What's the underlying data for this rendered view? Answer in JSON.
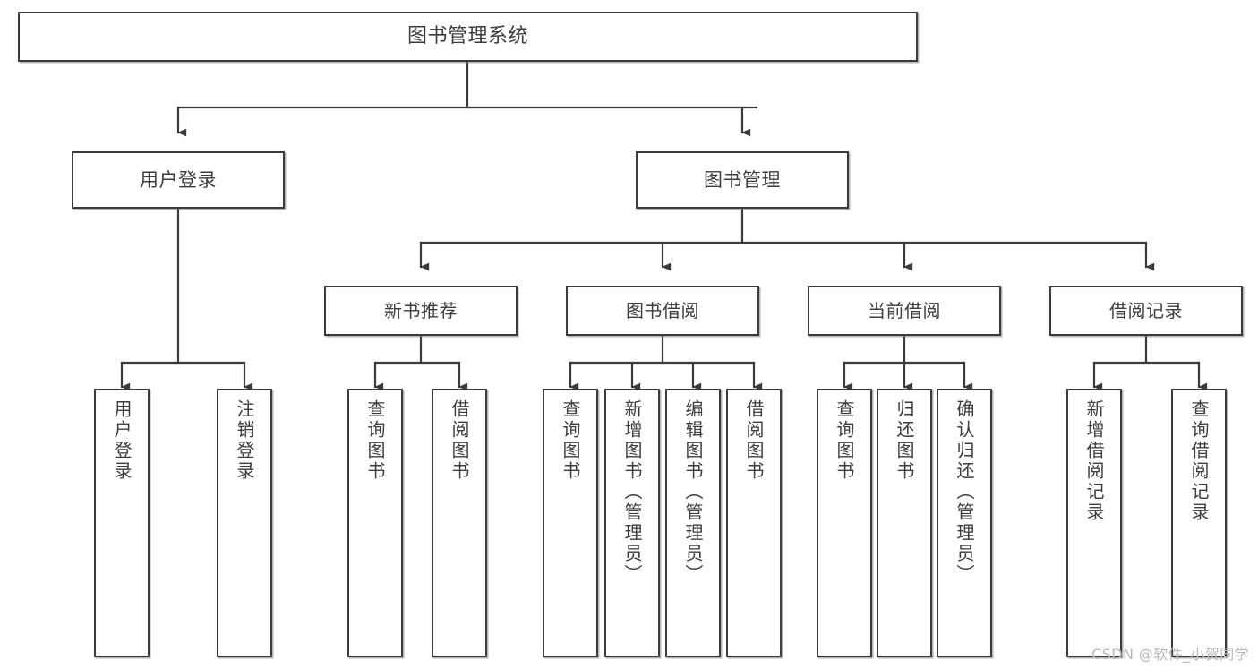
{
  "diagram": {
    "type": "tree",
    "title": "图书管理系统",
    "watermark": "CSDN @软件_小贺同学",
    "colors": {
      "box_border": "#3b3b3b",
      "box_fill": "#ffffff",
      "connector": "#3b3b3b",
      "text": "#3d3d3d",
      "watermark": "#b9b9b9",
      "background": "#ffffff"
    },
    "nodes": {
      "root": {
        "label": "图书管理系统",
        "level": 1
      },
      "level2": [
        {
          "id": "user-login",
          "label": "用户登录"
        },
        {
          "id": "book-manage",
          "label": "图书管理"
        }
      ],
      "level3": [
        {
          "id": "new-book-recommend",
          "label": "新书推荐"
        },
        {
          "id": "book-borrow",
          "label": "图书借阅"
        },
        {
          "id": "current-borrow",
          "label": "当前借阅"
        },
        {
          "id": "borrow-record",
          "label": "借阅记录"
        }
      ],
      "leaves": {
        "user-login": [
          {
            "id": "leaf-user-login",
            "label": "用户登录"
          },
          {
            "id": "leaf-user-logout",
            "label": "注销登录"
          }
        ],
        "new-book-recommend": [
          {
            "id": "leaf-query-book-1",
            "label": "查询图书"
          },
          {
            "id": "leaf-borrow-book-1",
            "label": "借阅图书"
          }
        ],
        "book-borrow": [
          {
            "id": "leaf-query-book-2",
            "label": "查询图书"
          },
          {
            "id": "leaf-add-book",
            "label": "新增图书（管理员）"
          },
          {
            "id": "leaf-edit-book",
            "label": "编辑图书（管理员）"
          },
          {
            "id": "leaf-borrow-book-2",
            "label": "借阅图书"
          }
        ],
        "current-borrow": [
          {
            "id": "leaf-query-book-3",
            "label": "查询图书"
          },
          {
            "id": "leaf-return-book",
            "label": "归还图书"
          },
          {
            "id": "leaf-confirm-return",
            "label": "确认归还（管理员）"
          }
        ],
        "borrow-record": [
          {
            "id": "leaf-add-record",
            "label": "新增借阅记录"
          },
          {
            "id": "leaf-query-record",
            "label": "查询借阅记录"
          }
        ]
      }
    }
  }
}
